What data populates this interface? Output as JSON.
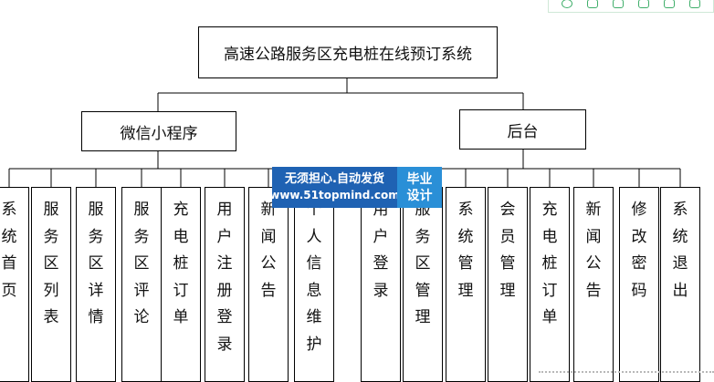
{
  "diagram": {
    "root": "高速公路服务区充电桩在线预订系统",
    "branches": [
      {
        "label": "微信小程序",
        "leaves": [
          "系统首页",
          "服务区列表",
          "服务区详情",
          "服务区评论",
          "充电桩订单",
          "用户注册登录",
          "新闻公告",
          "个人信息维护"
        ]
      },
      {
        "label": "后台",
        "leaves": [
          "用户登录",
          "服务区管理",
          "系统管理",
          "会员管理",
          "充电桩订单",
          "新闻公告",
          "修改密码",
          "系统退出"
        ]
      }
    ]
  },
  "watermark": {
    "line1": "无须担心.自动发货",
    "url": "www.51topmind.com",
    "badge_line1": "毕业",
    "badge_line2": "设计"
  },
  "toolbar": {
    "icons": [
      "zoom-icon",
      "save-icon",
      "expand-icon",
      "print-icon",
      "export-icon",
      "copy-icon"
    ]
  },
  "colors": {
    "line": "#000000",
    "watermark_blue": "#1f62b3",
    "watermark_badge": "#2a8fd7",
    "toolbar_accent": "#3fae6a"
  }
}
